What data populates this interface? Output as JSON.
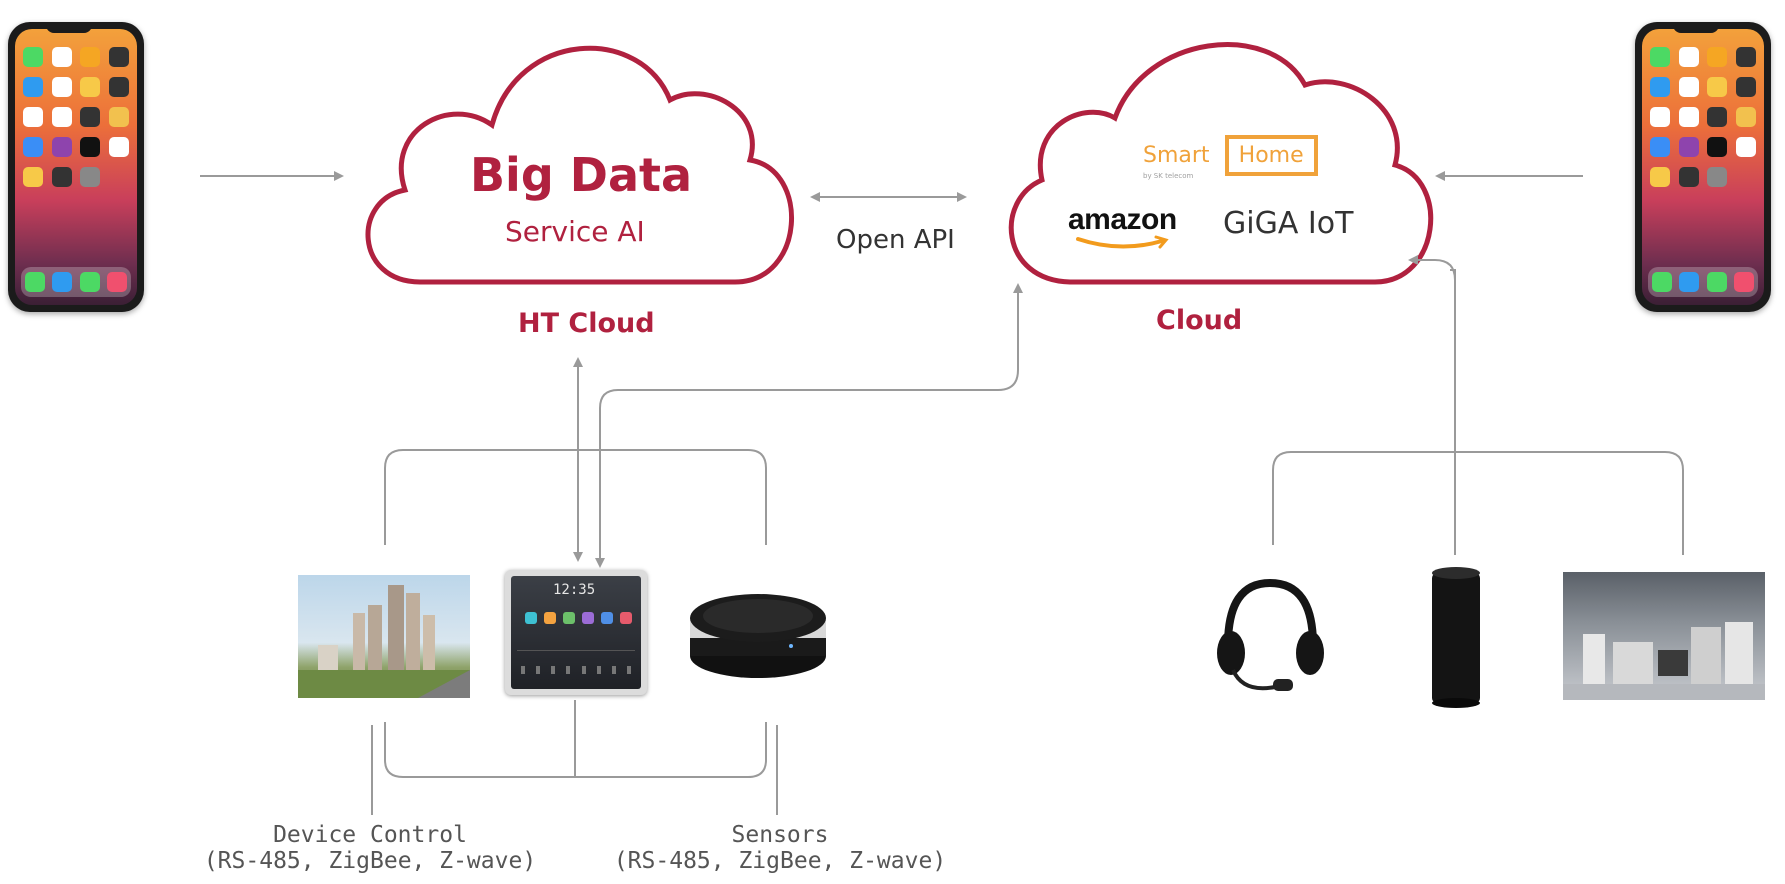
{
  "big_data_cloud": {
    "title": "Big Data",
    "subtitle": "Service AI",
    "caption": "HT Cloud"
  },
  "partner_cloud": {
    "smart_home_word": "Smart",
    "smart_home_bracket": "Home",
    "smart_home_tagline": "by SK telecom",
    "amazon": "amazon",
    "giga_iot": "GiGA IoT",
    "caption": "Cloud"
  },
  "open_api_label": "Open API",
  "device_control": {
    "label": "Device Control",
    "protocols": "(RS-485, ZigBee, Z-wave)"
  },
  "sensors": {
    "label": "Sensors",
    "protocols": "(RS-485, ZigBee, Z-wave)"
  },
  "wallpad": {
    "clock": "12:35"
  },
  "colors": {
    "cloud_outline": "#b0213f",
    "smart_home_orange": "#f0a23a",
    "connector_gray": "#9a9a9a",
    "caption_red": "#b0213f"
  },
  "icons": {
    "left_phone": "smartphone-icon",
    "right_phone": "smartphone-icon",
    "building": "apartment-building-image",
    "wallpad": "wall-pad-icon",
    "hub": "smart-hub-icon",
    "headset": "headset-icon",
    "speaker": "smart-speaker-icon",
    "appliances": "home-appliances-image"
  }
}
